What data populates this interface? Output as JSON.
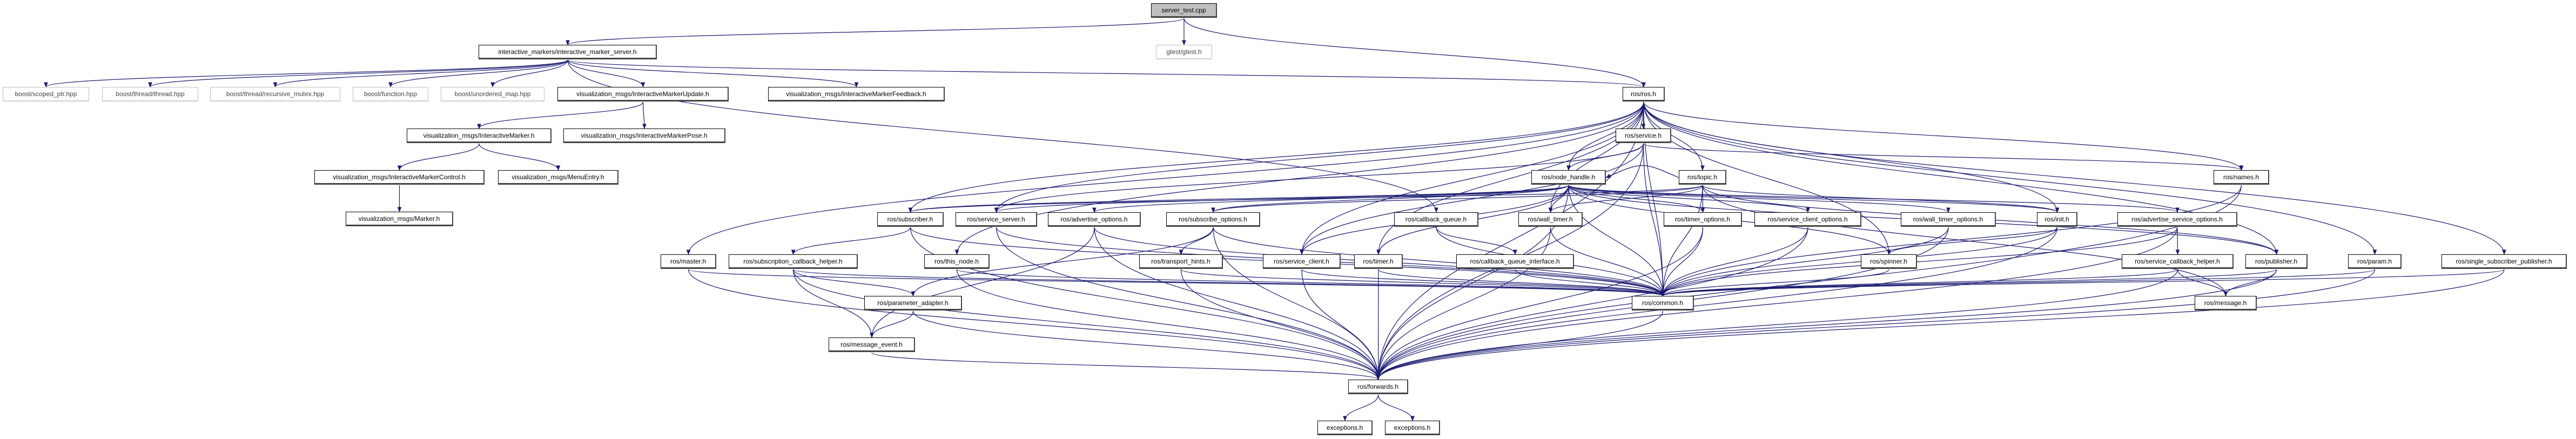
{
  "graph": {
    "edge_color": "#191970",
    "root_fill": "#bfbfbf",
    "nodes": [
      {
        "id": "root",
        "label": "server_test.cpp",
        "kind": "root"
      },
      {
        "id": "gtest",
        "label": "gtest/gtest.h",
        "kind": "external"
      },
      {
        "id": "ims",
        "label": "interactive_markers/interactive_marker_server.h"
      },
      {
        "id": "b1",
        "label": "boost/scoped_ptr.hpp",
        "kind": "external"
      },
      {
        "id": "b2",
        "label": "boost/thread/thread.hpp",
        "kind": "external"
      },
      {
        "id": "b3",
        "label": "boost/thread/recursive_mutex.hpp",
        "kind": "external"
      },
      {
        "id": "b4",
        "label": "boost/function.hpp",
        "kind": "external"
      },
      {
        "id": "b5",
        "label": "boost/unordered_map.hpp",
        "kind": "external"
      },
      {
        "id": "imu",
        "label": "visualization_msgs/InteractiveMarkerUpdate.h"
      },
      {
        "id": "imf",
        "label": "visualization_msgs/InteractiveMarkerFeedback.h"
      },
      {
        "id": "rosh",
        "label": "ros/ros.h"
      },
      {
        "id": "im",
        "label": "visualization_msgs/InteractiveMarker.h"
      },
      {
        "id": "imp",
        "label": "visualization_msgs/InteractiveMarkerPose.h"
      },
      {
        "id": "service",
        "label": "ros/service.h"
      },
      {
        "id": "imc",
        "label": "visualization_msgs/InteractiveMarkerControl.h"
      },
      {
        "id": "menu",
        "label": "visualization_msgs/MenuEntry.h"
      },
      {
        "id": "nh",
        "label": "ros/node_handle.h"
      },
      {
        "id": "topic",
        "label": "ros/topic.h"
      },
      {
        "id": "names",
        "label": "ros/names.h"
      },
      {
        "id": "marker",
        "label": "visualization_msgs/Marker.h"
      },
      {
        "id": "subscriber",
        "label": "ros/subscriber.h"
      },
      {
        "id": "sserver",
        "label": "ros/service_server.h"
      },
      {
        "id": "advopt",
        "label": "ros/advertise_options.h"
      },
      {
        "id": "subopt",
        "label": "ros/subscribe_options.h"
      },
      {
        "id": "cbq",
        "label": "ros/callback_queue.h"
      },
      {
        "id": "wtimer",
        "label": "ros/wall_timer.h"
      },
      {
        "id": "topt",
        "label": "ros/timer_options.h"
      },
      {
        "id": "scopt",
        "label": "ros/service_client_options.h"
      },
      {
        "id": "wtopt",
        "label": "ros/wall_timer_options.h"
      },
      {
        "id": "init",
        "label": "ros/init.h"
      },
      {
        "id": "asopt",
        "label": "ros/advertise_service_options.h"
      },
      {
        "id": "master",
        "label": "ros/master.h"
      },
      {
        "id": "sch",
        "label": "ros/subscription_callback_helper.h"
      },
      {
        "id": "thisnode",
        "label": "ros/this_node.h"
      },
      {
        "id": "thints",
        "label": "ros/transport_hints.h"
      },
      {
        "id": "sclient",
        "label": "ros/service_client.h"
      },
      {
        "id": "timer",
        "label": "ros/timer.h"
      },
      {
        "id": "cbqi",
        "label": "ros/callback_queue_interface.h"
      },
      {
        "id": "spinner",
        "label": "ros/spinner.h"
      },
      {
        "id": "scbh",
        "label": "ros/service_callback_helper.h"
      },
      {
        "id": "publisher",
        "label": "ros/publisher.h"
      },
      {
        "id": "param",
        "label": "ros/param.h"
      },
      {
        "id": "ssp",
        "label": "ros/single_subscriber_publisher.h"
      },
      {
        "id": "padapter",
        "label": "ros/parameter_adapter.h"
      },
      {
        "id": "common",
        "label": "ros/common.h"
      },
      {
        "id": "message",
        "label": "ros/message.h"
      },
      {
        "id": "mevent",
        "label": "ros/message_event.h"
      },
      {
        "id": "forwards",
        "label": "ros/forwards.h"
      },
      {
        "id": "exc1",
        "label": "exceptions.h"
      },
      {
        "id": "exc2",
        "label": "exceptions.h"
      }
    ],
    "edges": [
      [
        "root",
        "ims"
      ],
      [
        "root",
        "gtest"
      ],
      [
        "root",
        "rosh"
      ],
      [
        "ims",
        "b1"
      ],
      [
        "ims",
        "b2"
      ],
      [
        "ims",
        "b3"
      ],
      [
        "ims",
        "b4"
      ],
      [
        "ims",
        "b5"
      ],
      [
        "ims",
        "imu"
      ],
      [
        "ims",
        "imf"
      ],
      [
        "ims",
        "rosh"
      ],
      [
        "ims",
        "cbq"
      ],
      [
        "imu",
        "im"
      ],
      [
        "imu",
        "imp"
      ],
      [
        "im",
        "imc"
      ],
      [
        "im",
        "menu"
      ],
      [
        "imc",
        "marker"
      ],
      [
        "rosh",
        "service"
      ],
      [
        "rosh",
        "nh"
      ],
      [
        "rosh",
        "topic"
      ],
      [
        "rosh",
        "names"
      ],
      [
        "rosh",
        "init"
      ],
      [
        "rosh",
        "master"
      ],
      [
        "rosh",
        "thisnode"
      ],
      [
        "rosh",
        "param"
      ],
      [
        "rosh",
        "publisher"
      ],
      [
        "rosh",
        "subscriber"
      ],
      [
        "rosh",
        "sserver"
      ],
      [
        "rosh",
        "sclient"
      ],
      [
        "rosh",
        "timer"
      ],
      [
        "rosh",
        "wtimer"
      ],
      [
        "rosh",
        "ssp"
      ],
      [
        "rosh",
        "forwards"
      ],
      [
        "rosh",
        "common"
      ],
      [
        "rosh",
        "spinner"
      ],
      [
        "service",
        "nh"
      ],
      [
        "service",
        "names"
      ],
      [
        "service",
        "common"
      ],
      [
        "service",
        "forwards"
      ],
      [
        "service",
        "sclient"
      ],
      [
        "service",
        "sserver"
      ],
      [
        "nh",
        "forwards"
      ],
      [
        "nh",
        "publisher"
      ],
      [
        "nh",
        "subscriber"
      ],
      [
        "nh",
        "sserver"
      ],
      [
        "nh",
        "sclient"
      ],
      [
        "nh",
        "timer"
      ],
      [
        "nh",
        "wtimer"
      ],
      [
        "nh",
        "advopt"
      ],
      [
        "nh",
        "asopt"
      ],
      [
        "nh",
        "subopt"
      ],
      [
        "nh",
        "scopt"
      ],
      [
        "nh",
        "topt"
      ],
      [
        "nh",
        "wtopt"
      ],
      [
        "nh",
        "spinner"
      ],
      [
        "nh",
        "init"
      ],
      [
        "nh",
        "common"
      ],
      [
        "topic",
        "common"
      ],
      [
        "topic",
        "nh"
      ],
      [
        "topic",
        "subopt"
      ],
      [
        "topic",
        "subscriber"
      ],
      [
        "topic",
        "wtimer"
      ],
      [
        "topic",
        "topt"
      ],
      [
        "topic",
        "init"
      ],
      [
        "topic",
        "publisher"
      ],
      [
        "topic",
        "message"
      ],
      [
        "names",
        "forwards"
      ],
      [
        "names",
        "common"
      ],
      [
        "subscriber",
        "common"
      ],
      [
        "subscriber",
        "forwards"
      ],
      [
        "subscriber",
        "sch"
      ],
      [
        "sserver",
        "common"
      ],
      [
        "sserver",
        "forwards"
      ],
      [
        "advopt",
        "common"
      ],
      [
        "advopt",
        "forwards"
      ],
      [
        "advopt",
        "mevent"
      ],
      [
        "subopt",
        "common"
      ],
      [
        "subopt",
        "thints"
      ],
      [
        "subopt",
        "padapter"
      ],
      [
        "subopt",
        "forwards"
      ],
      [
        "cbq",
        "cbqi"
      ],
      [
        "cbq",
        "common"
      ],
      [
        "wtimer",
        "common"
      ],
      [
        "wtimer",
        "forwards"
      ],
      [
        "topt",
        "common"
      ],
      [
        "topt",
        "forwards"
      ],
      [
        "scopt",
        "common"
      ],
      [
        "scopt",
        "forwards"
      ],
      [
        "wtopt",
        "common"
      ],
      [
        "wtopt",
        "forwards"
      ],
      [
        "init",
        "forwards"
      ],
      [
        "init",
        "common"
      ],
      [
        "init",
        "spinner"
      ],
      [
        "asopt",
        "scbh"
      ],
      [
        "asopt",
        "common"
      ],
      [
        "asopt",
        "forwards"
      ],
      [
        "master",
        "forwards"
      ],
      [
        "master",
        "common"
      ],
      [
        "sch",
        "padapter"
      ],
      [
        "sch",
        "mevent"
      ],
      [
        "sch",
        "forwards"
      ],
      [
        "sch",
        "common"
      ],
      [
        "thisnode",
        "forwards"
      ],
      [
        "thisnode",
        "common"
      ],
      [
        "thints",
        "common"
      ],
      [
        "thints",
        "forwards"
      ],
      [
        "sclient",
        "forwards"
      ],
      [
        "sclient",
        "common"
      ],
      [
        "timer",
        "forwards"
      ],
      [
        "timer",
        "common"
      ],
      [
        "cbqi",
        "common"
      ],
      [
        "spinner",
        "common"
      ],
      [
        "scbh",
        "common"
      ],
      [
        "scbh",
        "forwards"
      ],
      [
        "scbh",
        "message"
      ],
      [
        "publisher",
        "message"
      ],
      [
        "publisher",
        "forwards"
      ],
      [
        "publisher",
        "common"
      ],
      [
        "param",
        "forwards"
      ],
      [
        "param",
        "common"
      ],
      [
        "ssp",
        "forwards"
      ],
      [
        "ssp",
        "common"
      ],
      [
        "padapter",
        "mevent"
      ],
      [
        "padapter",
        "forwards"
      ],
      [
        "common",
        "forwards"
      ],
      [
        "mevent",
        "forwards"
      ],
      [
        "forwards",
        "exc1"
      ],
      [
        "forwards",
        "exc2"
      ]
    ]
  }
}
